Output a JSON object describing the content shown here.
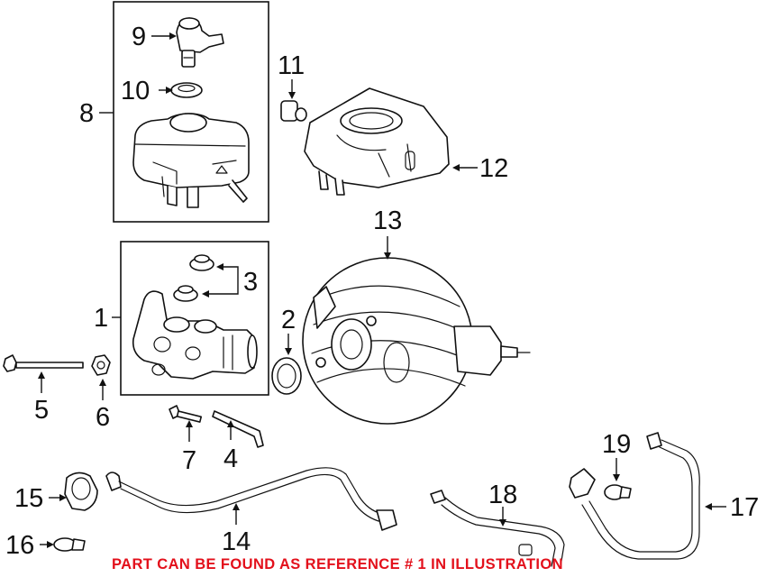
{
  "callouts": [
    {
      "id": "1",
      "text": "1"
    },
    {
      "id": "2",
      "text": "2"
    },
    {
      "id": "3",
      "text": "3"
    },
    {
      "id": "4",
      "text": "4"
    },
    {
      "id": "5",
      "text": "5"
    },
    {
      "id": "6",
      "text": "6"
    },
    {
      "id": "7",
      "text": "7"
    },
    {
      "id": "8",
      "text": "8"
    },
    {
      "id": "9",
      "text": "9"
    },
    {
      "id": "10",
      "text": "10"
    },
    {
      "id": "11",
      "text": "11"
    },
    {
      "id": "12",
      "text": "12"
    },
    {
      "id": "13",
      "text": "13"
    },
    {
      "id": "14",
      "text": "14"
    },
    {
      "id": "15",
      "text": "15"
    },
    {
      "id": "16",
      "text": "16"
    },
    {
      "id": "17",
      "text": "17"
    },
    {
      "id": "18",
      "text": "18"
    },
    {
      "id": "19",
      "text": "19"
    }
  ],
  "caption": "PART CAN BE FOUND AS REFERENCE # 1 IN ILLUSTRATION",
  "colors": {
    "caption": "#e3101b",
    "line": "#111111",
    "background": "#ffffff"
  }
}
